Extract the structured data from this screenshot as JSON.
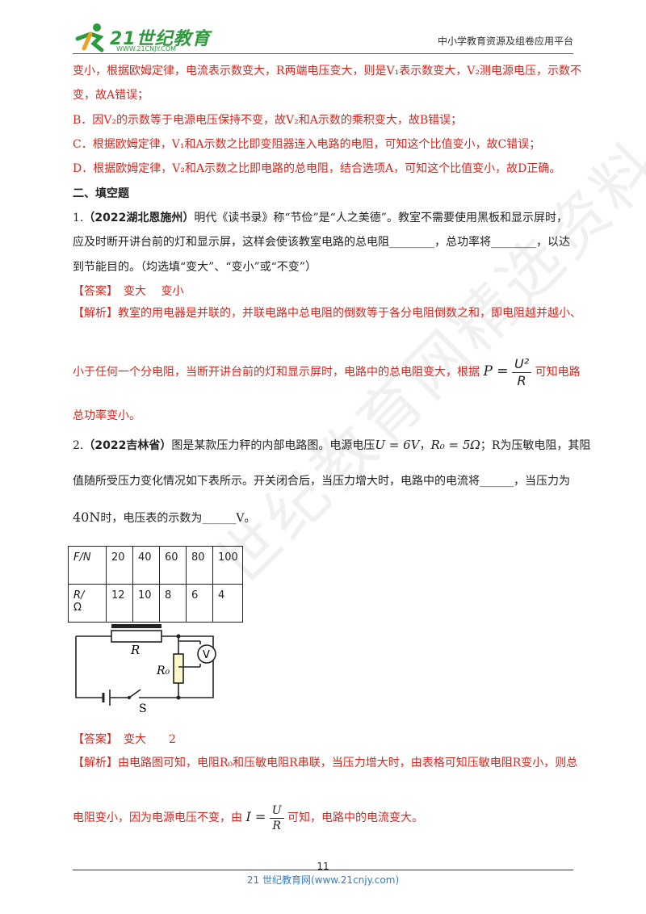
{
  "header": {
    "logo_text": "21世纪教育",
    "logo_url": "WWW.21CNJY.COM",
    "right_text": "中小学教育资源及组卷应用平台"
  },
  "prev": {
    "l1": "变小，根据欧姆定律，电流表示数变大，R两端电压变大，则是V₁表示数变大，V₂测电源电压，示数不",
    "l2": "变，故A错误；",
    "l3": "B．因V₂的示数等于电源电压保持不变，故V₂和A示数的乘积变大，故B错误；",
    "l4": "C．根据欧姆定律，V₁和A示数之比即变阻器连入电路的电阻，可知这个比值变小，故C错误；",
    "l5": "D．根据欧姆定律，V₂和A示数之比即电路的总电阻，结合选项A，可知这个比值变小，故D正确。"
  },
  "section_title": "二、填空题",
  "q1": {
    "num": "1.",
    "source": "（2022湖北恩施州）",
    "l1": "明代《读书录》称“节俭”是“人之美德”。教室不需要使用黑板和显示屏时，",
    "l2": "应及时断开讲台前的灯和显示屏，这样会使该教室电路的总电阻________，总功率将________，以达",
    "l3": "到节能目的。（均选填“变大”、“变小”或“不变”）",
    "answer_label": "【答案】",
    "answer": "变大　 变小",
    "analysis_label": "【解析】",
    "a1": "教室的用电器是并联的，并联电路中总电阻的倒数等于各分电阻倒数之和，即电阻越并越小、",
    "a2": "小于任何一个分电阻，当断开讲台前的灯和显示屏时，电路中的总电阻变大，根据",
    "a2_tail": "可知电路",
    "a3": "总功率变小。",
    "formula_lhs": "P =",
    "formula_num": "U²",
    "formula_den": "R"
  },
  "q2": {
    "num": "2.",
    "source": "（2022吉林省）",
    "l1_a": "图是某款压力秤的内部电路图。电源电压",
    "u_value": "U = 6V",
    "r0_value": "R₀ = 5Ω",
    "l1_b": "；R为压敏电阻，其阻",
    "l2": "值随所受压力变化情况如下表所示。开关闭合后，当压力增大时，电路中的电流将______，当压力为",
    "force": "40N",
    "l3": "时，电压表的示数为______V。",
    "table": {
      "row1_head": "F/N",
      "row1": [
        "20",
        "40",
        "60",
        "80",
        "100"
      ],
      "row2_head_a": "R/",
      "row2_head_b": "Ω",
      "row2": [
        "12",
        "10",
        "8",
        "6",
        "4"
      ]
    },
    "circuit": {
      "r_label": "R",
      "r0_label": "R₀",
      "v_label": "V",
      "s_label": "S"
    },
    "answer_label": "【答案】",
    "answer": "变大　　2",
    "analysis_label": "【解析】",
    "a1": "由电路图可知，电阻R₀和压敏电阻R串联，当压力增大时，由表格可知压敏电阻R变小，则总",
    "a2": "电阻变小，因为电源电压不变，由",
    "a2_tail": "可知，电路中的电流变大。",
    "formula_lhs": "I =",
    "formula_num": "U",
    "formula_den": "R"
  },
  "footer": {
    "page": "11",
    "site": "21 世纪教育网(www.21cnjy.com)"
  },
  "watermark": "世纪教育网精选资料"
}
